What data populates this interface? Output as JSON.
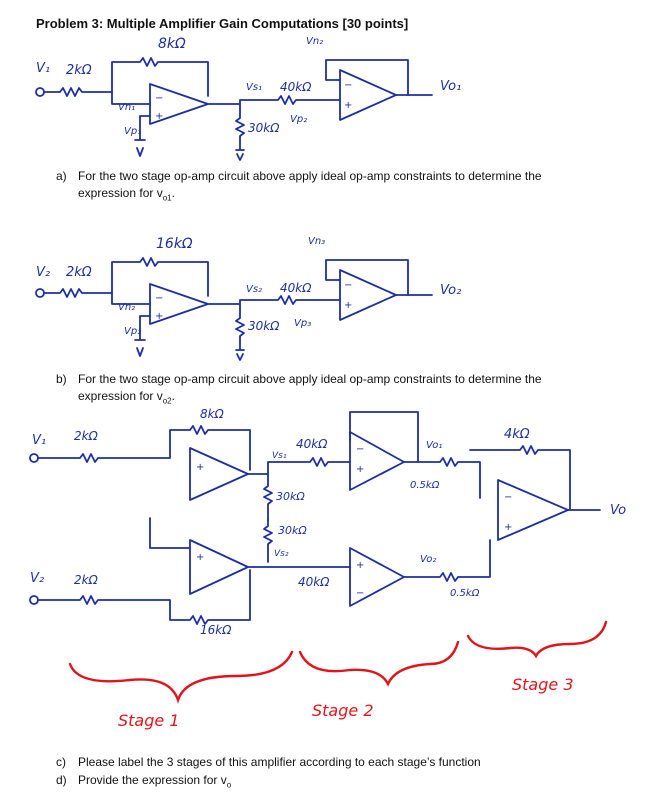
{
  "title": "Problem 3: Multiple Amplifier Gain Computations [30 points]",
  "questions": [
    {
      "label": "a)",
      "line1": "For the two stage op-amp circuit above apply ideal op-amp constraints to determine the",
      "line2": "expression for v",
      "line2_sub": "o1",
      "line2_end": "."
    },
    {
      "label": "b)",
      "line1": "For the two stage op-amp circuit above apply ideal op-amp constraints to determine the",
      "line2": "expression for v",
      "line2_sub": "o2",
      "line2_end": "."
    },
    {
      "label": "c)",
      "line1": "Please label the 3 stages of this amplifier according to each stage’s function"
    },
    {
      "label": "d)",
      "line1": "Provide the expression for v",
      "line1_sub": "o"
    }
  ],
  "circuit1": {
    "vin": "V₁",
    "r_in": "2kΩ",
    "r_fb": "8kΩ",
    "vn": "Vn₁",
    "vp": "Vp₁",
    "vs": "Vs₁",
    "r_series": "40kΩ",
    "r_shunt": "30kΩ",
    "vp2": "Vp₂",
    "vn2": "Vn₂",
    "vout": "Vo₁"
  },
  "circuit2": {
    "vin": "V₂",
    "r_in": "2kΩ",
    "r_fb": "16kΩ",
    "vn": "Vn₂",
    "vp": "Vp₂",
    "vs": "Vs₂",
    "r_series": "40kΩ",
    "r_shunt": "30kΩ",
    "vp3": "Vp₃",
    "vn3": "Vn₃",
    "vout": "Vo₂"
  },
  "circuit3": {
    "v1": "V₁",
    "v2": "V₂",
    "r1": "2kΩ",
    "r2": "2kΩ",
    "rf1": "8kΩ",
    "rf2": "16kΩ",
    "vs1": "Vs₁",
    "vs2": "Vs₂",
    "r40a": "40kΩ",
    "r30a": "30kΩ",
    "r30b": "30kΩ",
    "r40b": "40kΩ",
    "vo1": "Vo₁",
    "vo2": "Vo₂",
    "r05a": "0.5kΩ",
    "r05b": "0.5kΩ",
    "r4k": "4kΩ",
    "vo": "Vo"
  },
  "stages": [
    "Stage 1",
    "Stage 2",
    "Stage 3"
  ]
}
